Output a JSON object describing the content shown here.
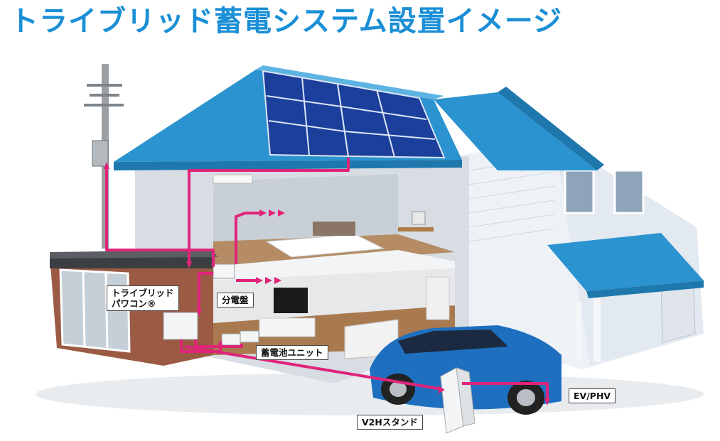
{
  "title": "トライブリッド蓄電システム設置イメージ",
  "labels": {
    "power_conditioner_line1": "トライブリッド",
    "power_conditioner_line2": "パワコン®",
    "distribution_board": "分電盤",
    "battery_unit": "蓄電池ユニット",
    "ev": "EV/PHV",
    "v2h": "V2Hスタンド"
  },
  "colors": {
    "title": "#1a8fd6",
    "flow_arrow": "#e0247a",
    "roof": "#2b93cf",
    "solar_panel": "#1c3f9c",
    "car": "#1f6fc0"
  }
}
